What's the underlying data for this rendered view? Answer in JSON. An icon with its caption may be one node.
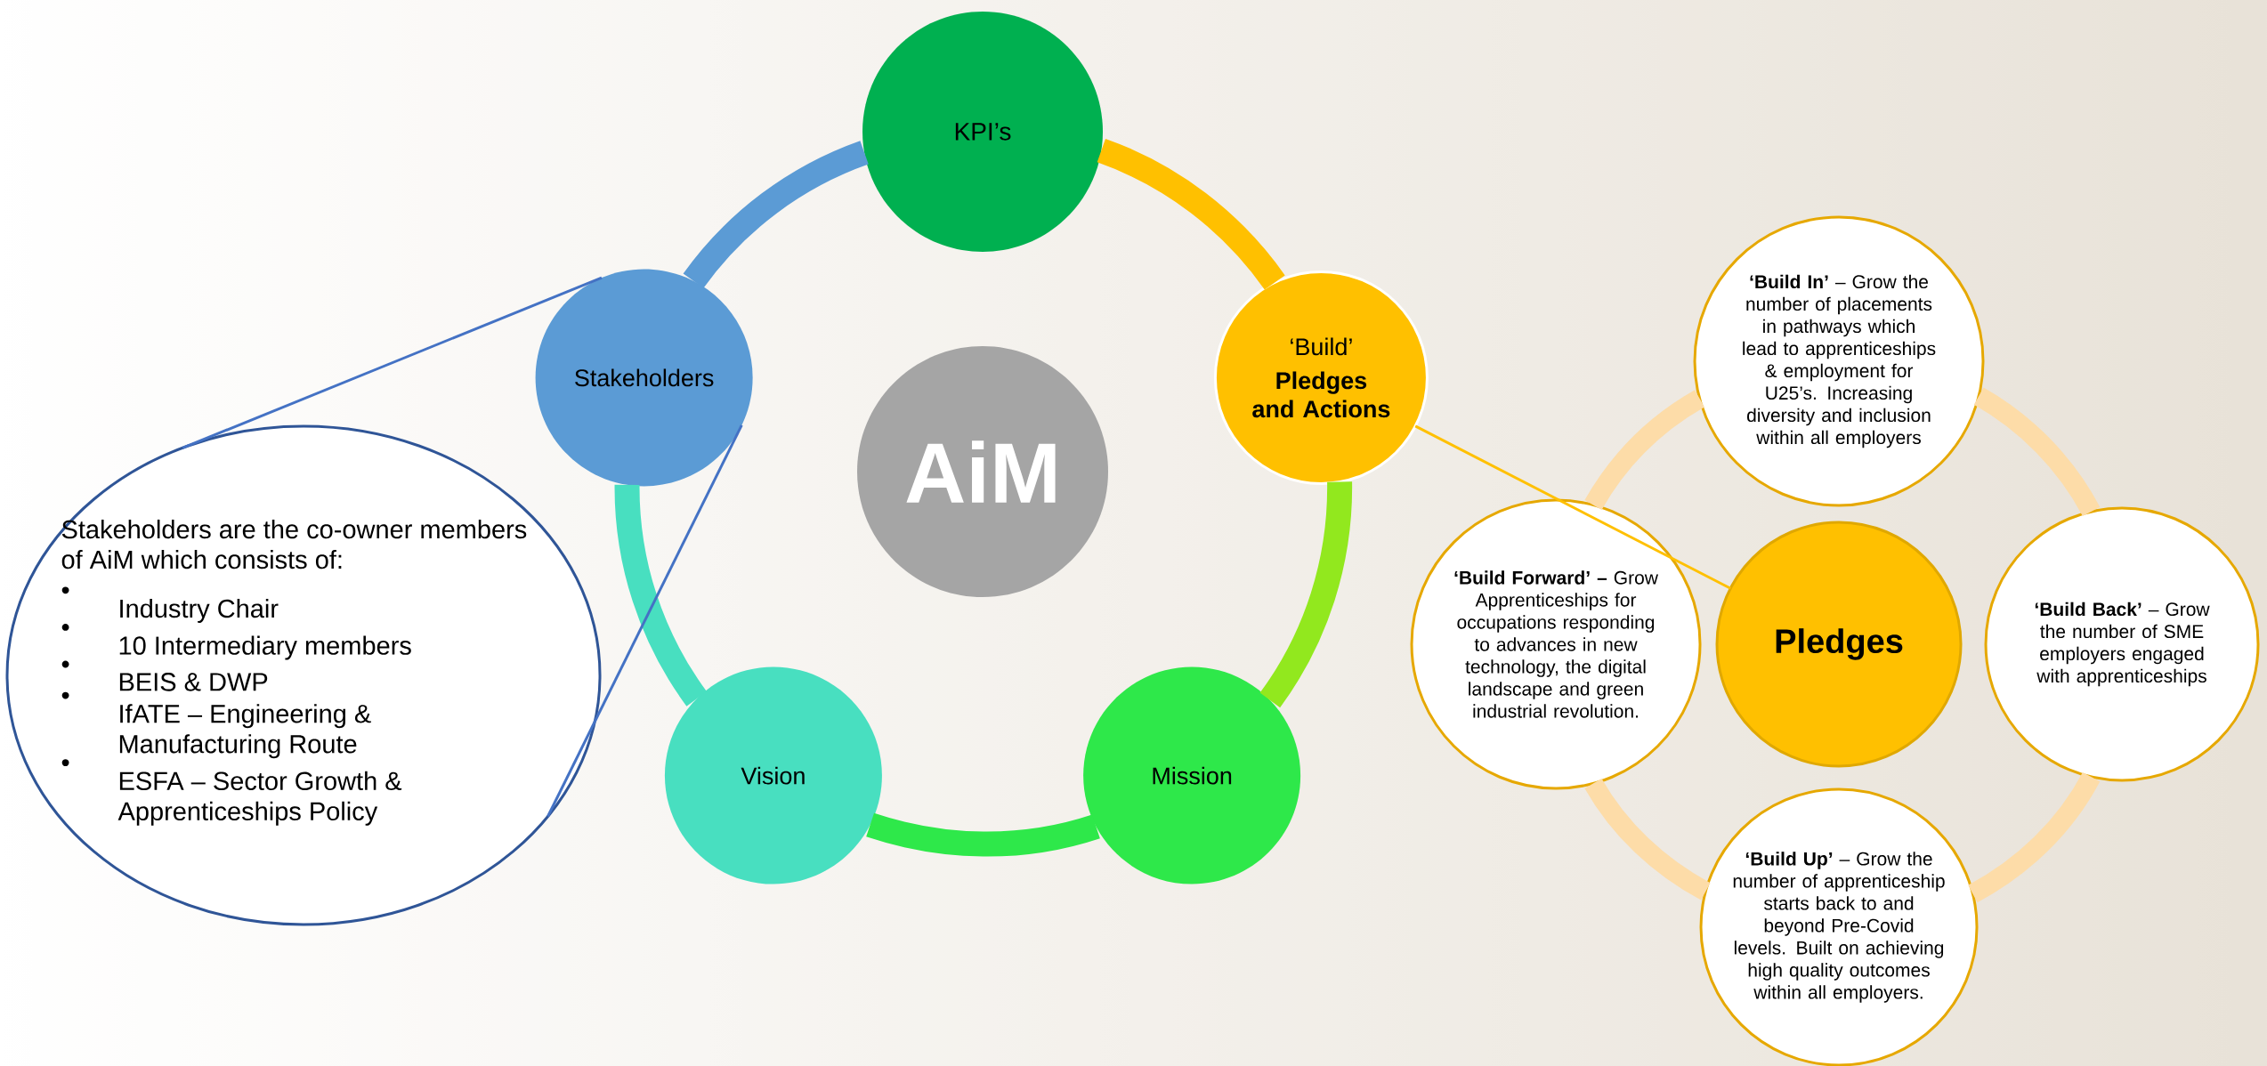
{
  "diagram": {
    "nodes": [
      {
        "text": [
          "KPI’s"
        ]
      },
      {
        "text": [
          "Stakeholders"
        ]
      },
      {
        "text": [
          "‘Build’",
          "Pledges and Actions"
        ]
      },
      {
        "text": [
          "AiM"
        ]
      },
      {
        "text": [
          "Vision"
        ]
      },
      {
        "text": [
          "Mission"
        ]
      },
      {
        "text": [
          "Stakeholders are the co-owner members of AiM which consists of:",
          "Industry Chair",
          "10 Intermediary members",
          "BEIS & DWP",
          "IfATE – Engineering & Manufacturing Route",
          "ESFA – Sector Growth & Apprenticeships Policy"
        ]
      },
      {
        "text": [
          "**‘Build In’** – Grow the number of placements in pathways which lead to apprenticeships & employment for U25’s. Increasing diversity and inclusion within all employers"
        ]
      },
      {
        "text": [
          "**‘Build Forward’ –** Grow Apprenticeships for occupations responding to advances in new technology, the digital landscape and green industrial revolution."
        ]
      },
      {
        "text": [
          "Pledges"
        ]
      },
      {
        "text": [
          "**‘Build Back’** – Grow the number of SME employers engaged with apprenticeships"
        ]
      },
      {
        "text": [
          "**‘Build Up’** – Grow the number of apprenticeship starts back to and beyond Pre-Covid levels. Built on achieving high quality outcomes within all employers."
        ]
      }
    ],
    "edges": [
      {
        "from": 1,
        "to": 0,
        "arrow": "none",
        "color": "#5b9bd5"
      },
      {
        "from": 0,
        "to": 2,
        "arrow": "none",
        "color": "#ffc000"
      },
      {
        "from": 2,
        "to": 5,
        "arrow": "none",
        "color": "#92e81e"
      },
      {
        "from": 5,
        "to": 4,
        "arrow": "none",
        "color": "#2ee84a"
      },
      {
        "from": 4,
        "to": 1,
        "arrow": "none",
        "color": "#48dfc0"
      },
      {
        "from": 6,
        "to": 1,
        "arrow": "none",
        "color": "#4472c4"
      },
      {
        "from": 6,
        "to": 1,
        "arrow": "none",
        "color": "#4472c4"
      },
      {
        "from": 2,
        "to": 9,
        "arrow": "none",
        "color": "#ffc000"
      },
      {
        "from": 7,
        "to": 10,
        "arrow": "none",
        "color": "#fddca8"
      },
      {
        "from": 10,
        "to": 11,
        "arrow": "none",
        "color": "#fddca8"
      },
      {
        "from": 11,
        "to": 8,
        "arrow": "none",
        "color": "#fddca8"
      },
      {
        "from": 8,
        "to": 7,
        "arrow": "none",
        "color": "#fddca8"
      }
    ],
    "labels": [
      "•",
      "•",
      "•",
      "•",
      "•"
    ]
  }
}
